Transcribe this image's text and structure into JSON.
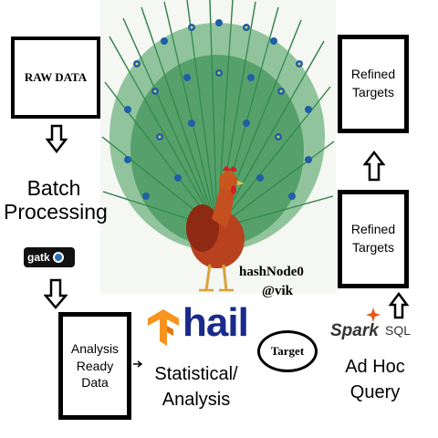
{
  "raw_data": "RAW DATA",
  "batch_processing": [
    "Batch",
    "Processing"
  ],
  "gatk": {
    "text": "gatk",
    "logo_color": "#2a6fb5"
  },
  "analysis_ready_data": [
    "Analysis",
    "Ready",
    "Data"
  ],
  "statistical_analysis": [
    "Statistical/",
    "Analysis"
  ],
  "hail": {
    "text": "hail",
    "color": "#1a2a8c"
  },
  "target": "Target",
  "watermark": {
    "line1": "hashNode0",
    "line2": "@vik"
  },
  "refined_targets_top": [
    "Refined",
    "Targets"
  ],
  "refined_targets_mid": [
    "Refined",
    "Targets"
  ],
  "spark_sql": {
    "spark": "Spark",
    "sql": "SQL",
    "star_color": "#e25a1c"
  },
  "ad_hoc_query": [
    "Ad Hoc",
    "Query"
  ],
  "colors": {
    "peacock_green": "#2e8b57",
    "peacock_blue": "#1f5fa8",
    "rooster_red": "#b8321a",
    "tensorflow_orange": "#f7931e"
  }
}
